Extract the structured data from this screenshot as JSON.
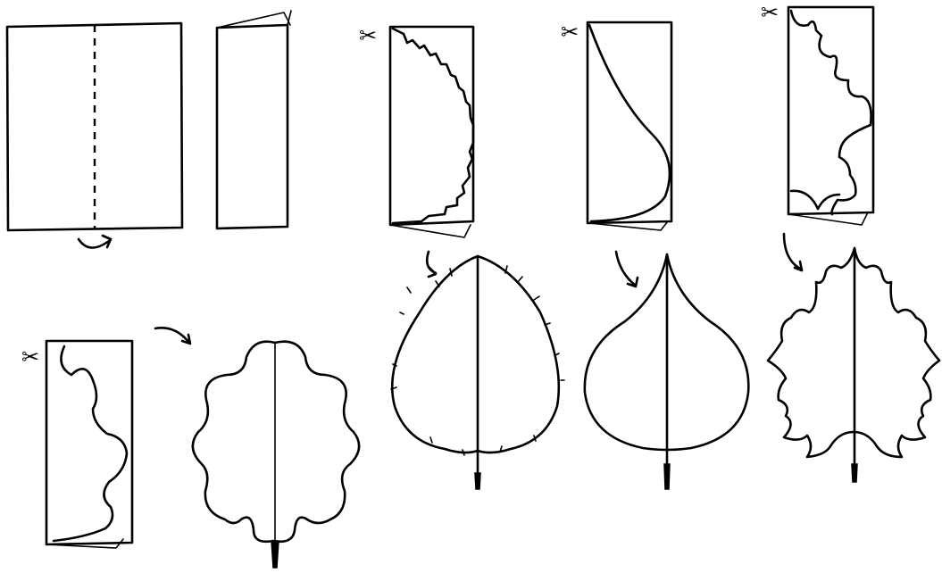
{
  "diagram": {
    "description_type": "paper-leaf-cutting-instructions",
    "ink_color": "#000000",
    "background_color": "#ffffff",
    "steps": [
      {
        "id": "unfolded-sheet",
        "icon": "dashed-fold-line"
      },
      {
        "id": "folded-sheet"
      },
      {
        "id": "birch-template",
        "icon": "scissors-icon"
      },
      {
        "id": "linden-template",
        "icon": "scissors-icon"
      },
      {
        "id": "maple-template",
        "icon": "scissors-icon"
      },
      {
        "id": "oak-template",
        "icon": "scissors-icon"
      }
    ],
    "results": [
      {
        "id": "birch-leaf"
      },
      {
        "id": "linden-leaf"
      },
      {
        "id": "maple-leaf"
      },
      {
        "id": "oak-leaf"
      }
    ]
  }
}
